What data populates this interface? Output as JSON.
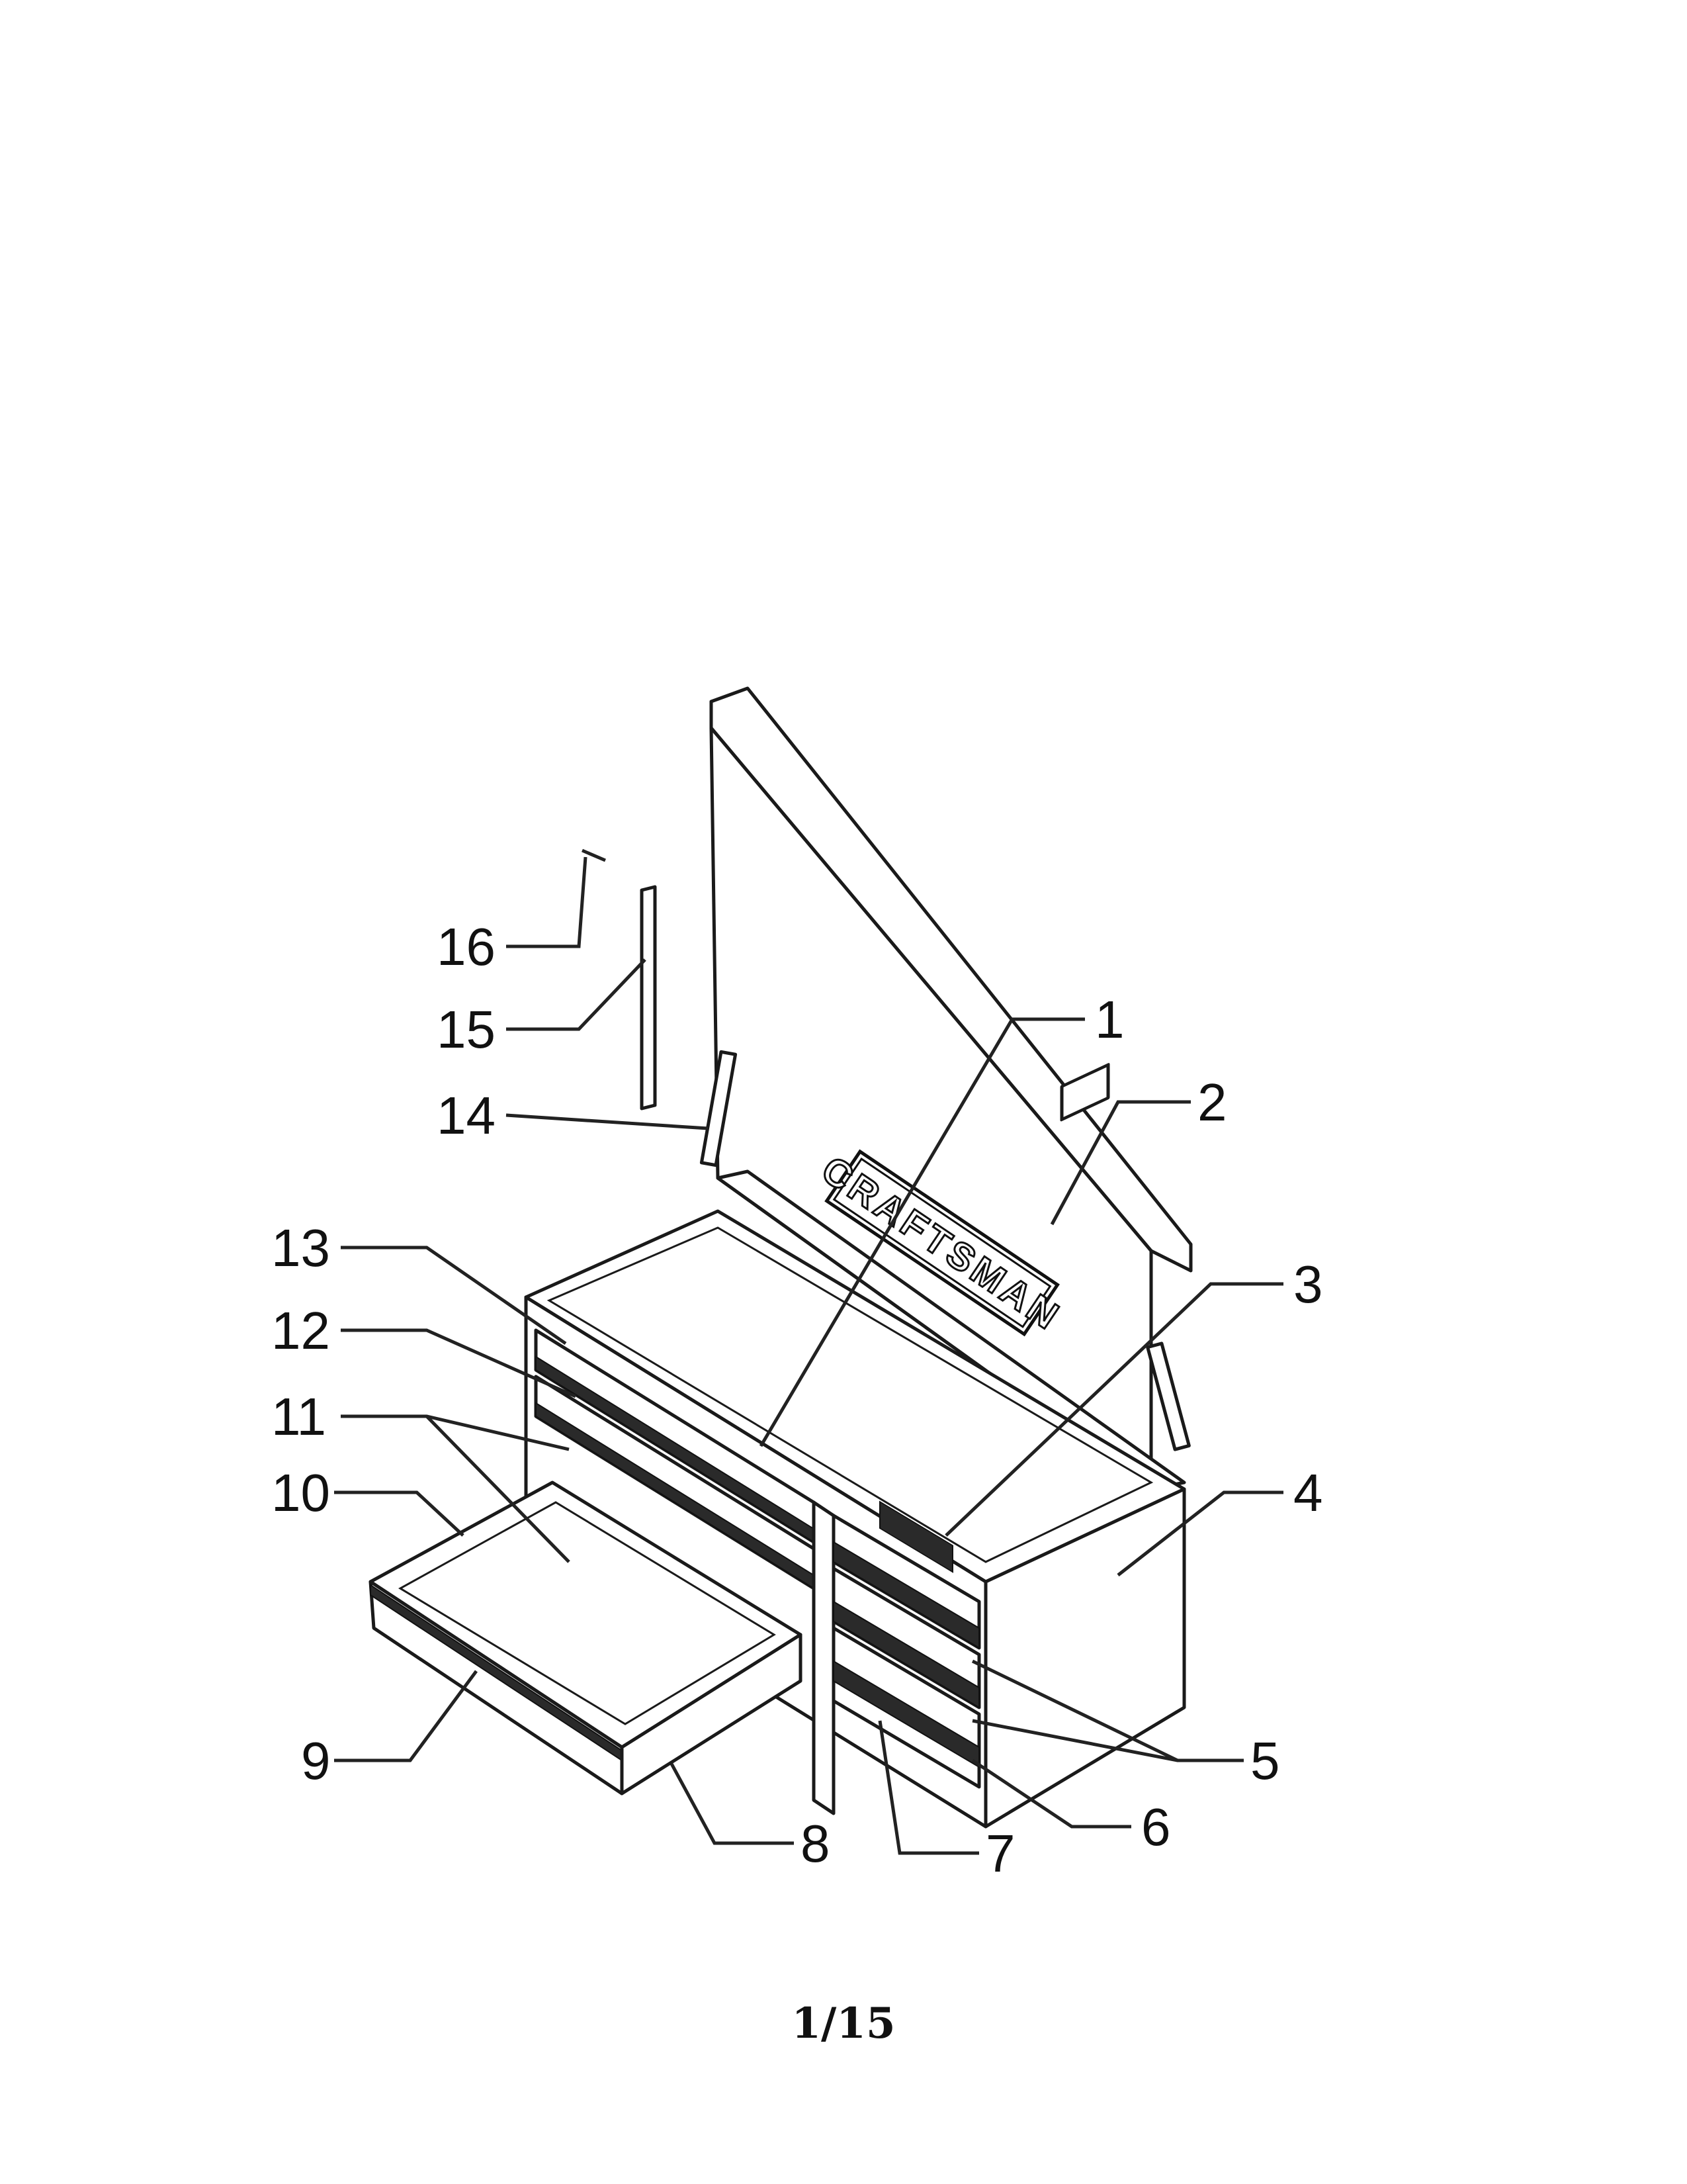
{
  "brand_logo": "CRAFTSMAN",
  "page_number": "1/15",
  "callouts": [
    "1",
    "2",
    "3",
    "4",
    "5",
    "6",
    "7",
    "8",
    "9",
    "10",
    "11",
    "12",
    "13",
    "14",
    "15",
    "16"
  ],
  "colors": {
    "ink": "#1a1a1a",
    "paper": "#ffffff"
  }
}
